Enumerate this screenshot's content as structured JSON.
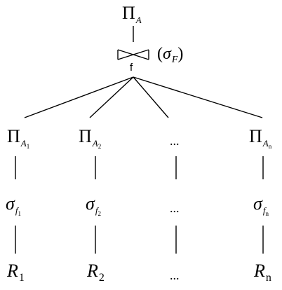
{
  "root": {
    "pi": "Π",
    "sub": "A"
  },
  "join": {
    "symbol_label": "f",
    "condition_open": "(",
    "condition_sigma": "σ",
    "condition_sub": "F",
    "condition_close": ")"
  },
  "columns": [
    {
      "pi": "Π",
      "pi_sub": "A",
      "pi_subsub": "1",
      "sigma": "σ",
      "sigma_sub": "f",
      "sigma_subsub": "1",
      "rel": "R",
      "rel_sub": "1"
    },
    {
      "pi": "Π",
      "pi_sub": "A",
      "pi_subsub": "2",
      "sigma": "σ",
      "sigma_sub": "f",
      "sigma_subsub": "2",
      "rel": "R",
      "rel_sub": "2"
    },
    {
      "dots_top": "...",
      "dots_mid": "...",
      "dots_bot": "..."
    },
    {
      "pi": "Π",
      "pi_sub": "A",
      "pi_subsub": "n",
      "sigma": "σ",
      "sigma_sub": "f",
      "sigma_subsub": "n",
      "rel": "R",
      "rel_sub": "n"
    }
  ]
}
